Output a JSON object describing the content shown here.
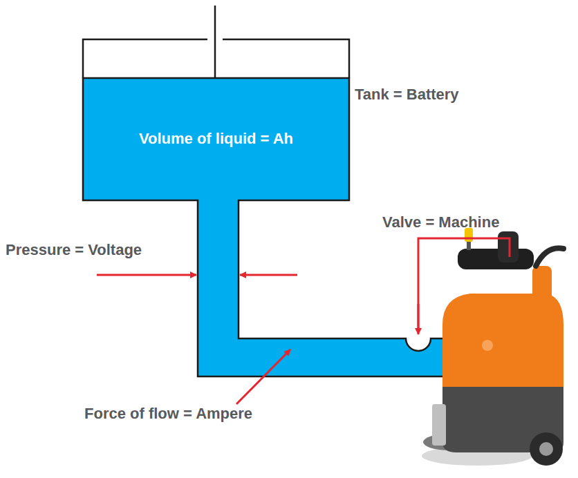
{
  "diagram": {
    "nodes": [
      {
        "text": [
          "Volume of liquid = Ah"
        ]
      }
    ],
    "labels": [
      "Tank = Battery",
      "Pressure = Voltage",
      "Valve = Machine",
      "Force of flow = Ampere"
    ]
  }
}
